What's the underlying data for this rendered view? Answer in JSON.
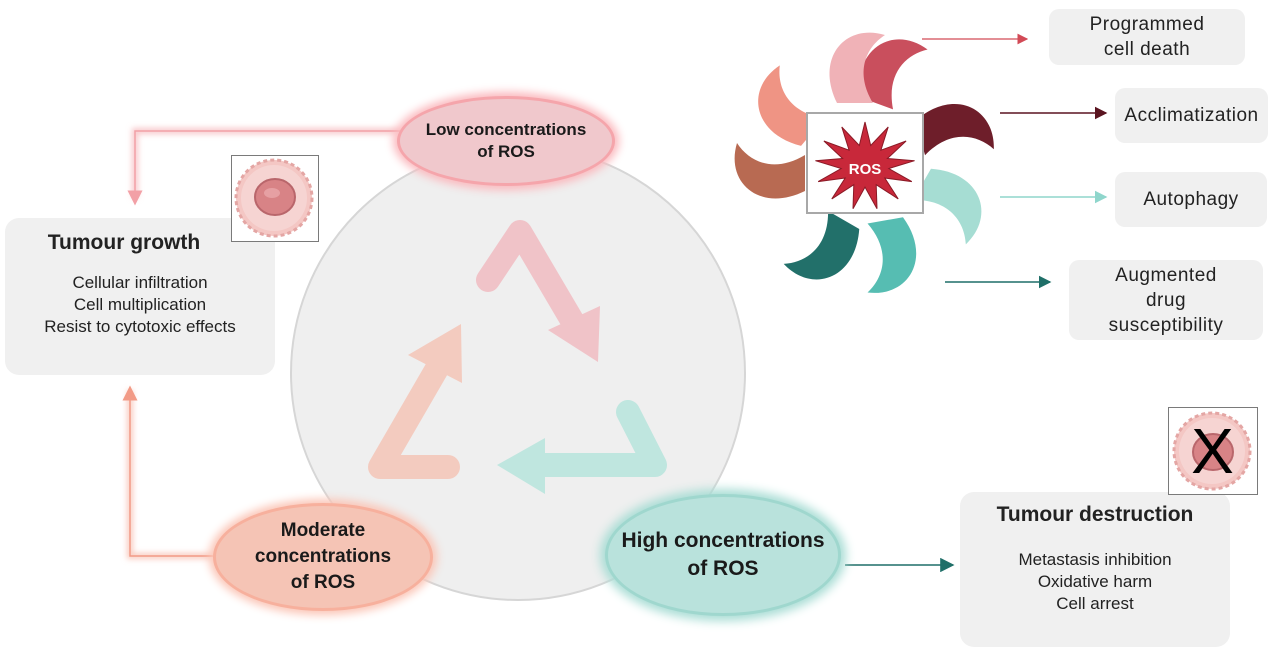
{
  "diagram": {
    "center": {
      "low": {
        "line1": "Low concentrations",
        "line2": "of ROS"
      },
      "moderate": {
        "line1": "Moderate",
        "line2": "concentrations",
        "line3": "of ROS"
      },
      "high": {
        "line1": "High concentrations",
        "line2": "of ROS"
      }
    },
    "tumour_growth": {
      "title": "Tumour growth",
      "items": [
        "Cellular infiltration",
        "Cell multiplication",
        "Resist to cytotoxic effects"
      ]
    },
    "tumour_destruction": {
      "title": "Tumour destruction",
      "items": [
        "Metastasis inhibition",
        "Oxidative harm",
        "Cell arrest"
      ]
    },
    "ros_badge": "ROS",
    "outcomes": [
      {
        "line1": "Programmed",
        "line2": "cell death"
      },
      {
        "line1": "Acclimatization"
      },
      {
        "line1": "Autophagy"
      },
      {
        "line1": "Augmented",
        "line2": "drug",
        "line3": "susceptibility"
      }
    ],
    "destroyed_mark": "X",
    "colors": {
      "pink": "#e8a6ad",
      "salmon": "#f2b8a6",
      "teal": "#86cdc4",
      "dark_red": "#6e1e2a",
      "ros_star": "#c8283a"
    }
  }
}
